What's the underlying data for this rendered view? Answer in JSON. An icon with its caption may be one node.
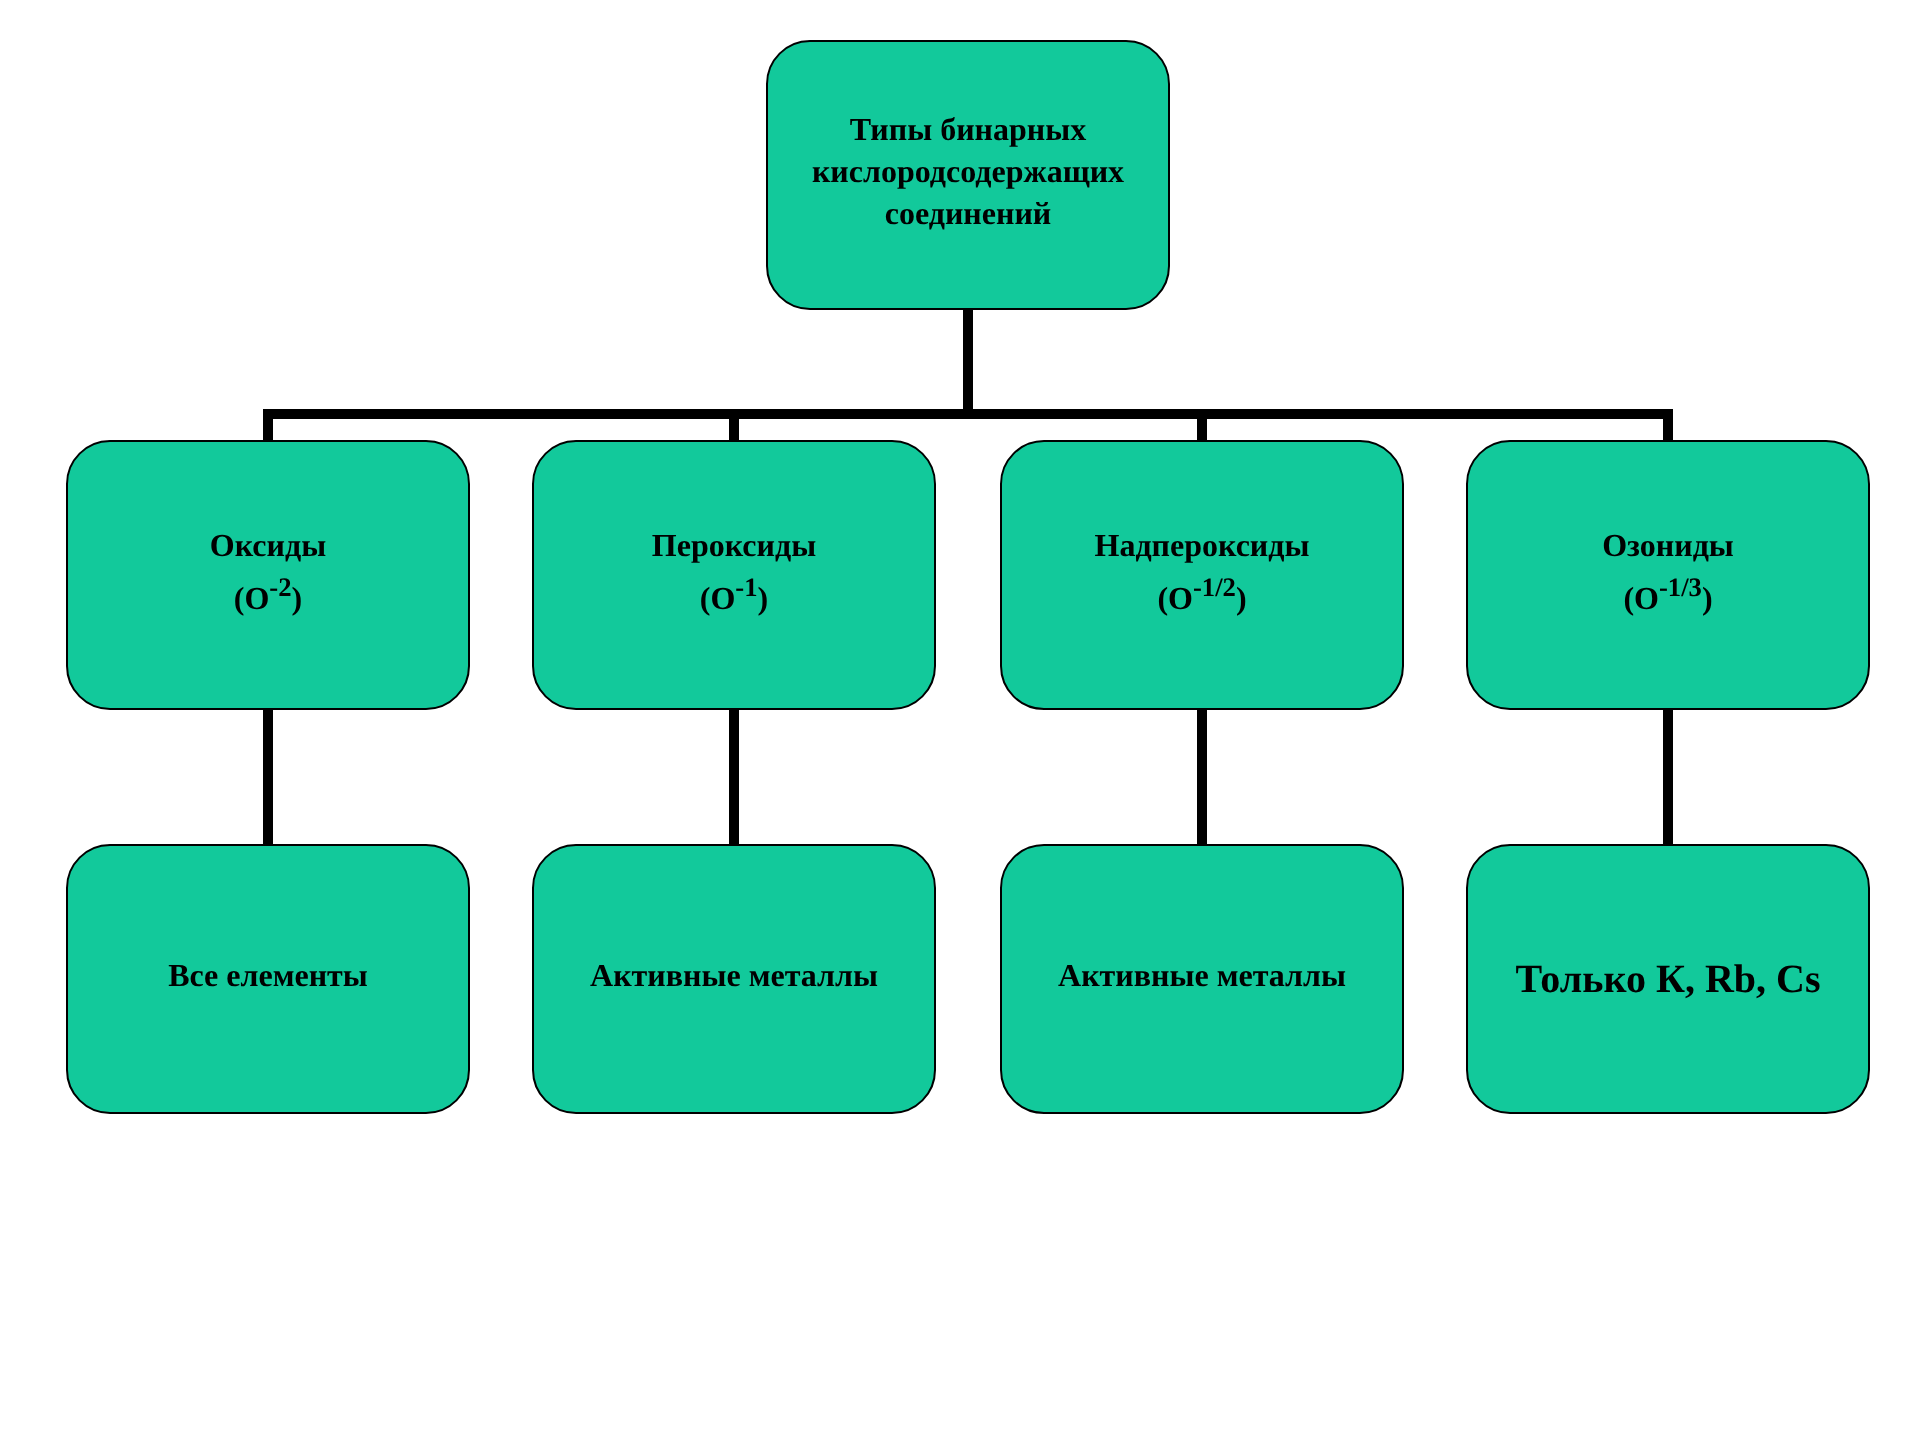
{
  "diagram": {
    "nodes": [
      {
        "text": [
          "Типы бинарных кислородсодержащих соединений"
        ]
      },
      {
        "text": [
          "Оксиды",
          "(O$^{-2}$)"
        ]
      },
      {
        "text": [
          "Пероксиды",
          "(O$^{-1}$)"
        ]
      },
      {
        "text": [
          "Надпероксиды",
          "(O$^{-1/2}$)"
        ]
      },
      {
        "text": [
          "Озониды",
          "(O$^{-1/3}$)"
        ]
      },
      {
        "text": [
          "Все елементы"
        ]
      },
      {
        "text": [
          "Активные металлы"
        ]
      },
      {
        "text": [
          "Активные металлы"
        ]
      },
      {
        "text": [
          "Только К, Rb, Cs"
        ]
      }
    ],
    "edges": [
      {
        "from": 0,
        "to": 1,
        "arrow": "none"
      },
      {
        "from": 0,
        "to": 2,
        "arrow": "none"
      },
      {
        "from": 0,
        "to": 3,
        "arrow": "none"
      },
      {
        "from": 0,
        "to": 4,
        "arrow": "none"
      },
      {
        "from": 1,
        "to": 5,
        "arrow": "none"
      },
      {
        "from": 2,
        "to": 6,
        "arrow": "none"
      },
      {
        "from": 3,
        "to": 7,
        "arrow": "none"
      },
      {
        "from": 4,
        "to": 8,
        "arrow": "none"
      }
    ]
  }
}
